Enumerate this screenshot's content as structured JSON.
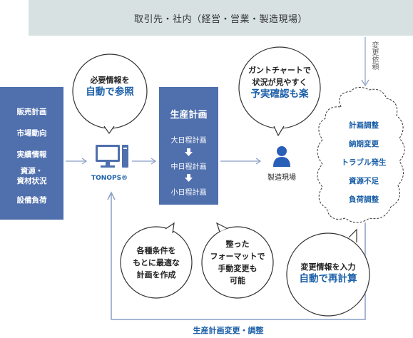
{
  "banner": {
    "text": "取引先・社内（経営・営業・製造現場）"
  },
  "change_request": {
    "text": "変更依頼"
  },
  "left_box": {
    "items": [
      "販売計画",
      "市場動向",
      "実績情報",
      "資源・",
      "資材状況",
      "設備負荷"
    ]
  },
  "tonops": {
    "label": "TONOPS®"
  },
  "production_box": {
    "title": "生産計画",
    "steps": [
      "大日程計画",
      "中日程計画",
      "小日程計画"
    ]
  },
  "site": {
    "label": "製造現場"
  },
  "bubble_top_left": {
    "line1": "必要情報を",
    "accent": "自動で参照"
  },
  "bubble_top_right": {
    "line1": "ガントチャートで",
    "line2": "状況が見やすく",
    "accent": "予実確認も楽"
  },
  "cloud_items": [
    "計画調整",
    "納期変更",
    "トラブル発生",
    "資源不足",
    "負荷調整"
  ],
  "bubble_bottom_1": {
    "lines": [
      "各種条件を",
      "もとに最適な",
      "計画を作成"
    ]
  },
  "bubble_bottom_2": {
    "lines": [
      "整った",
      "フォーマットで",
      "手動変更も",
      "可能"
    ]
  },
  "bubble_bottom_3": {
    "line1": "変更情報を入力",
    "accent": "自動で再計算"
  },
  "bottom_label": {
    "text": "生産計画変更・調整"
  },
  "colors": {
    "primary": "#4f6fad",
    "accent": "#1b5fa8",
    "banner": "#d7e1e1",
    "arrow": "#8a9fc7"
  }
}
